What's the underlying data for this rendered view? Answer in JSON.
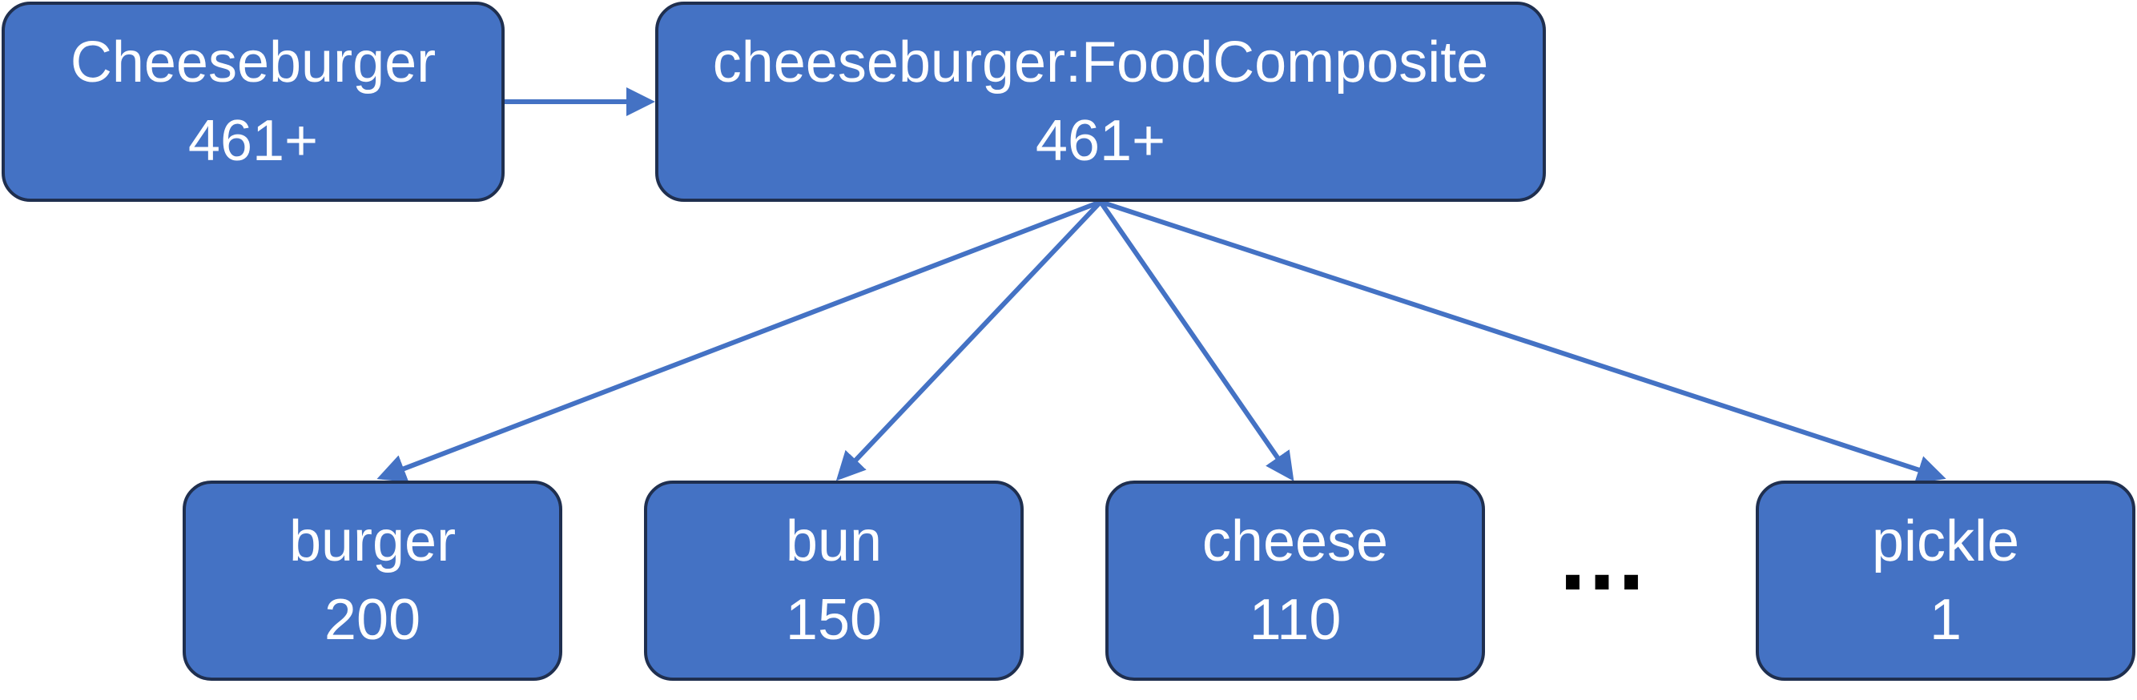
{
  "colors": {
    "node_fill": "#4472c4",
    "node_border": "#1f2f4f",
    "node_text": "#ffffff",
    "arrow": "#4472c4",
    "ellipsis": "#000000"
  },
  "nodes": {
    "root": {
      "name": "Cheeseburger",
      "value": "461+"
    },
    "comp": {
      "name": "cheeseburger:FoodComposite",
      "value": "461+"
    },
    "burger": {
      "name": "burger",
      "value": "200"
    },
    "bun": {
      "name": "bun",
      "value": "150"
    },
    "cheese": {
      "name": "cheese",
      "value": "110"
    },
    "pickle": {
      "name": "pickle",
      "value": "1"
    }
  },
  "ellipsis": "..."
}
